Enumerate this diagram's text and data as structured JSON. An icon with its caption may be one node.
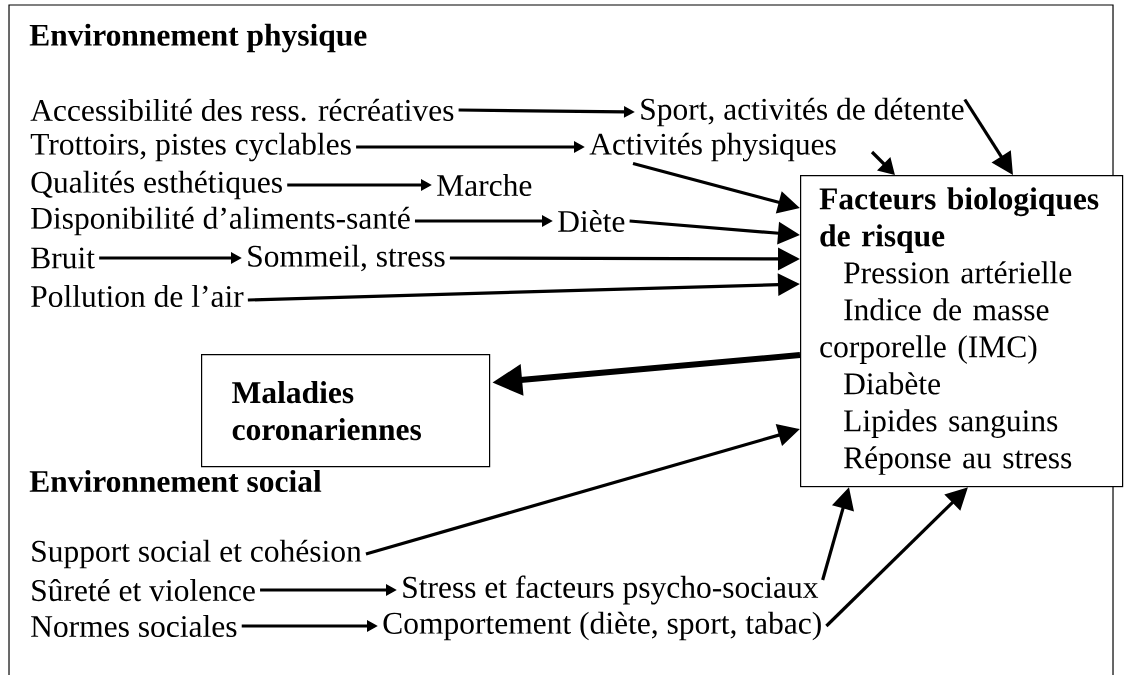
{
  "diagram": {
    "nodes": [
      {
        "text": [
          "Accessibilité des ress. récréatives"
        ]
      },
      {
        "text": [
          "Sport, activités de détente"
        ]
      },
      {
        "text": [
          "Trottoirs, pistes cyclables"
        ]
      },
      {
        "text": [
          "Activités physiques"
        ]
      },
      {
        "text": [
          "Qualités esthétiques"
        ]
      },
      {
        "text": [
          "Marche"
        ]
      },
      {
        "text": [
          "Disponibilité d’aliments-santé"
        ]
      },
      {
        "text": [
          "Diète"
        ]
      },
      {
        "text": [
          "Bruit"
        ]
      },
      {
        "text": [
          "Sommeil, stress"
        ]
      },
      {
        "text": [
          "Pollution de l’air"
        ]
      },
      {
        "text": [
          "Facteurs biologiques de risque",
          "Pression artérielle",
          "Indice de masse corporelle (IMC)",
          "Diabète",
          "Lipides sanguins",
          "Réponse au stress"
        ]
      },
      {
        "text": [
          "Maladies coronariennes"
        ]
      },
      {
        "text": [
          "Support social et cohésion"
        ]
      },
      {
        "text": [
          "Sûreté et violence"
        ]
      },
      {
        "text": [
          "Stress et facteurs psycho-sociaux"
        ]
      },
      {
        "text": [
          "Normes sociales"
        ]
      },
      {
        "text": [
          "Comportement (diète, sport, tabac)"
        ]
      }
    ],
    "edges": [
      {
        "from": 0,
        "to": 1,
        "arrow": "to"
      },
      {
        "from": 2,
        "to": 3,
        "arrow": "to"
      },
      {
        "from": 4,
        "to": 5,
        "arrow": "to"
      },
      {
        "from": 6,
        "to": 7,
        "arrow": "to"
      },
      {
        "from": 8,
        "to": 9,
        "arrow": "to"
      },
      {
        "from": 1,
        "to": 11,
        "arrow": "to"
      },
      {
        "from": null,
        "to": 11,
        "arrow": "to"
      },
      {
        "from": 3,
        "to": 11,
        "arrow": "to"
      },
      {
        "from": 7,
        "to": 11,
        "arrow": "to"
      },
      {
        "from": 9,
        "to": 11,
        "arrow": "to"
      },
      {
        "from": 10,
        "to": 11,
        "arrow": "to"
      },
      {
        "from": 11,
        "to": 12,
        "arrow": "to",
        "style": "thick"
      },
      {
        "from": 13,
        "to": 11,
        "arrow": "to"
      },
      {
        "from": 14,
        "to": 15,
        "arrow": "to"
      },
      {
        "from": 16,
        "to": 17,
        "arrow": "to"
      },
      {
        "from": 15,
        "to": 11,
        "arrow": "to"
      },
      {
        "from": 17,
        "to": 11,
        "arrow": "to"
      }
    ],
    "labels": [
      "Environnement physique",
      "Environnement social"
    ]
  }
}
